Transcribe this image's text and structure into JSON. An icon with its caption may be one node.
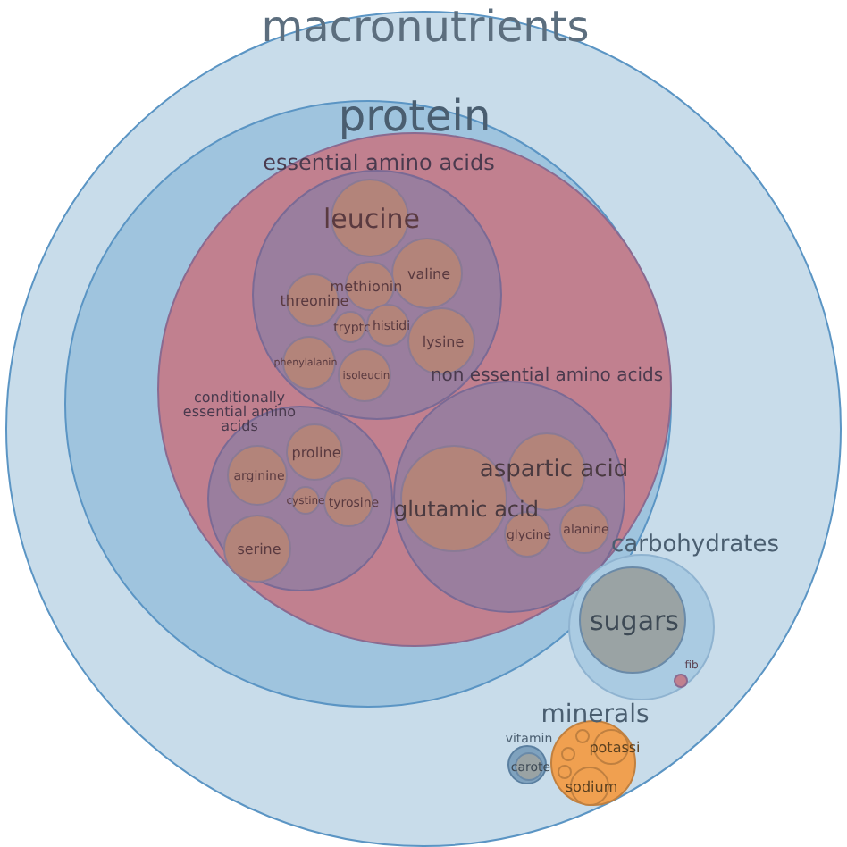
{
  "diagram": {
    "nodes": [
      {
        "text": [
          "macronutrients"
        ]
      },
      {
        "text": [
          "protein"
        ],
        "in": 0
      },
      {
        "text": [],
        "shape": "circle",
        "in": 1
      },
      {
        "text": [
          "essential amino acids"
        ],
        "in": 2
      },
      {
        "text": [
          "leucine"
        ],
        "in": 3
      },
      {
        "text": [
          "valine"
        ],
        "in": 3
      },
      {
        "text": [
          "methionin"
        ],
        "in": 3
      },
      {
        "text": [
          "threonine"
        ],
        "in": 3
      },
      {
        "text": [
          "tryptc"
        ],
        "in": 3
      },
      {
        "text": [
          "histidi"
        ],
        "in": 3
      },
      {
        "text": [
          "lysine"
        ],
        "in": 3
      },
      {
        "text": [
          "phenylalanin"
        ],
        "in": 3
      },
      {
        "text": [
          "isoleucin"
        ],
        "in": 3
      },
      {
        "text": [
          "conditionally essential amino acids"
        ],
        "in": 2
      },
      {
        "text": [
          "proline"
        ],
        "in": 13
      },
      {
        "text": [
          "arginine"
        ],
        "in": 13
      },
      {
        "text": [
          "cystine"
        ],
        "in": 13
      },
      {
        "text": [
          "tyrosine"
        ],
        "in": 13
      },
      {
        "text": [
          "serine"
        ],
        "in": 13
      },
      {
        "text": [
          "non essential amino acids"
        ],
        "in": 2
      },
      {
        "text": [
          "glutamic acid"
        ],
        "in": 19
      },
      {
        "text": [
          "aspartic acid"
        ],
        "in": 19
      },
      {
        "text": [
          "glycine"
        ],
        "in": 19
      },
      {
        "text": [
          "alanine"
        ],
        "in": 19
      },
      {
        "text": [
          "carbohydrates"
        ],
        "in": 0
      },
      {
        "text": [
          "fib"
        ],
        "in": 24
      },
      {
        "text": [
          "sugars"
        ],
        "in": 24
      },
      {
        "text": [
          "minerals"
        ],
        "in": 0
      },
      {
        "text": [],
        "shape": "circle",
        "in": 27
      },
      {
        "text": [],
        "shape": "circle",
        "in": 27
      },
      {
        "text": [],
        "shape": "circle",
        "in": 27
      },
      {
        "text": [
          "potassi"
        ],
        "in": 27
      },
      {
        "text": [
          "sodium"
        ],
        "in": 27
      },
      {
        "text": [
          "vitamin"
        ],
        "in": 0
      },
      {
        "text": [
          "carote"
        ],
        "in": 33
      }
    ]
  }
}
